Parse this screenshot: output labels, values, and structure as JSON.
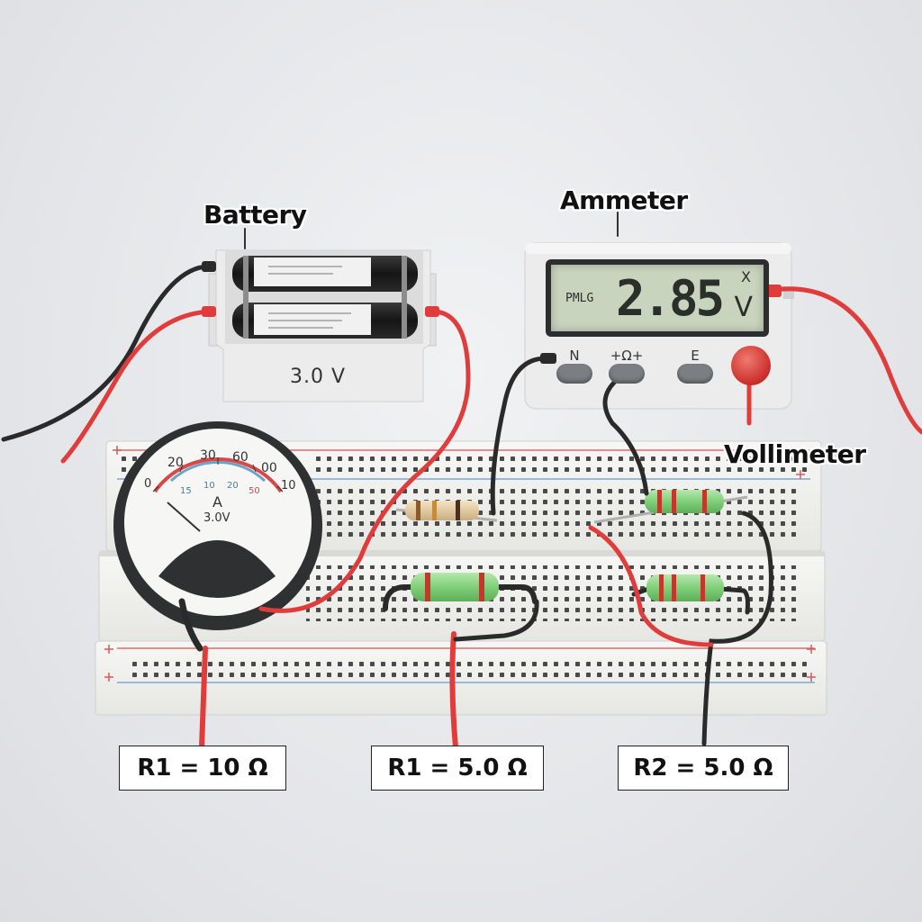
{
  "labels": {
    "battery": "Battery",
    "ammeter": "Ammeter",
    "voltmeter": "Vollimeter"
  },
  "battery": {
    "voltage_label": "3.0 V"
  },
  "meter": {
    "display_value": "2.85",
    "display_unit": "V",
    "display_mode": "PMLG",
    "display_symbol": "X",
    "buttons": [
      "N",
      "+Ω+",
      "E"
    ]
  },
  "analog_gauge": {
    "scale_ticks": [
      "0",
      "20",
      "30",
      "60",
      "00",
      "10"
    ],
    "scale_sub": [
      "15",
      "10",
      "20",
      "50"
    ],
    "unit": "A",
    "caption": "3.0V"
  },
  "resistor_tags": [
    {
      "text": "R1 = 10 Ω"
    },
    {
      "text": "R1 = 5.0 Ω"
    },
    {
      "text": "R2 = 5.0 Ω"
    }
  ],
  "colors": {
    "wire_red": "#e03c3c",
    "wire_black": "#2a2a2a",
    "resistor_green": "#8fd68a",
    "breadboard": "#f3f3f1",
    "rail_red": "#e06a6a",
    "rail_blue": "#7fa6d6"
  }
}
